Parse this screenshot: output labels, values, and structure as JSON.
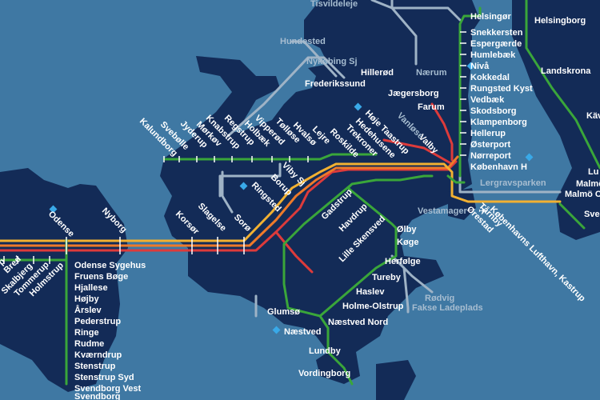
{
  "colors": {
    "sea": "#3f78a3",
    "land": "#132b57",
    "green": "#3aa63a",
    "yellow": "#f2b132",
    "orange": "#ee7a2a",
    "red": "#dd3b3b",
    "grey": "#9fb3c6",
    "white_text": "#ffffff",
    "dim_text": "#a7bdd0"
  },
  "icons": [
    "station-diamond-icon",
    "airport-plane-icon"
  ],
  "lines": [
    "green-line",
    "yellow-line",
    "orange-line",
    "red-line",
    "grey-local-line"
  ],
  "stations": {
    "tisvildeleje": "Tisvildeleje",
    "hundested": "Hundested",
    "nykobing": "Nykøbing Sj",
    "hillerod": "Hillerød",
    "frederikssund": "Frederikssund",
    "naerum": "Nærum",
    "jaegersborg": "Jægersborg",
    "farum": "Farum",
    "vanlose": "Vanløse",
    "valby": "Valby",
    "hoje_taastrup": "Høje Taastrup",
    "hedehusene": "Hedehusene",
    "trekroner": "Trekroner",
    "roskilde": "Roskilde",
    "lejre": "Lejre",
    "hvalso": "Hvalsø",
    "tollose": "Tølløse",
    "vipperod": "Vipperød",
    "holbaek": "Holbæk",
    "regstrup": "Regstrup",
    "knabstrup": "Knabstrup",
    "merkov": "Mørkøv",
    "jyderup": "Jyderup",
    "svebolle": "Svebølle",
    "kalundborg": "Kalundborg",
    "viby": "Viby Sj",
    "borup": "Borup",
    "ringsted": "Ringsted",
    "slagelse": "Slagelse",
    "soro": "Sorø",
    "korsor": "Korsør",
    "nyborg": "Nyborg",
    "odense": "Odense",
    "helsingor": "Helsingør",
    "snekkersten": "Snekkersten",
    "espergaerde": "Espergærde",
    "humlebaek": "Humlebæk",
    "niva": "Nivå",
    "kokkedal": "Kokkedal",
    "rungsted": "Rungsted Kyst",
    "vedbaek": "Vedbæk",
    "skodsborg": "Skodsborg",
    "klampenborg": "Klampenborg",
    "hellerup": "Hellerup",
    "osterport": "Østerport",
    "norreport": "Nørreport",
    "kobenhavn_h": "København H",
    "lergravsparken": "Lergravsparken",
    "vestamager": "Vestamager",
    "orestad": "Ørestad",
    "tarnby": "Tårnby",
    "airport": "Københavns Lufthavn, Kastrup",
    "helsingborg": "Helsingborg",
    "landskrona": "Landskrona",
    "kav": "Kävl",
    "lu": "Lu",
    "malmo": "Malmö",
    "malmo_c": "Malmö C",
    "sve": "Sve",
    "gadstrup": "Gadstrup",
    "havdrup": "Havdrup",
    "lille_skensved": "Lille Skensved",
    "olby": "Ølby",
    "koge": "Køge",
    "herfolge": "Herfølge",
    "tureby": "Tureby",
    "haslev": "Haslev",
    "holme_olstrup": "Holme-Olstrup",
    "rodvig": "Rødvig",
    "fakse": "Fakse Ladeplads",
    "glumso": "Glumsø",
    "naestved": "Næstved",
    "naestved_nord": "Næstved Nord",
    "lundby": "Lundby",
    "vordingborg": "Vordingborg",
    "bred": "Bred",
    "skalbjerg": "Skalbjerg",
    "tommerup": "Tommerup",
    "holmstrup": "Holmstrup",
    "p": "p",
    "odense_sygehus": "Odense Sygehus",
    "fruens_boge": "Fruens Bøge",
    "hjallese": "Hjallese",
    "hojby": "Højby",
    "arslev": "Årslev",
    "pederstrup": "Pederstrup",
    "ringe": "Ringe",
    "rudme": "Rudme",
    "kvaerndrup": "Kværndrup",
    "stenstrup": "Stenstrup",
    "stenstrup_syd": "Stenstrup Syd",
    "svendborg_vest": "Svendborg Vest",
    "svendborg": "Svendborg"
  }
}
